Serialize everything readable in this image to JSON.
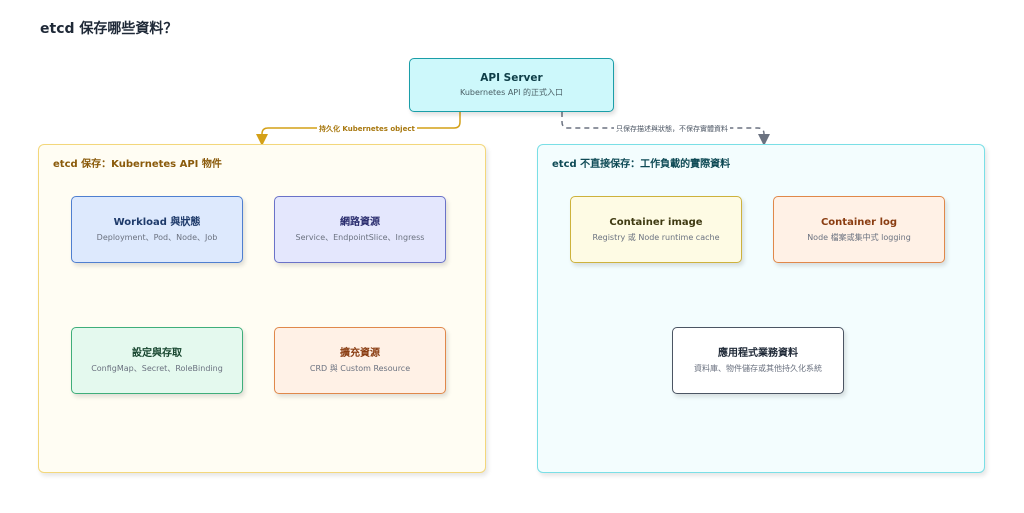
{
  "title": "etcd 保存哪些資料？",
  "api_server": {
    "title": "API Server",
    "subtitle": "Kubernetes API 的正式入口"
  },
  "left_panel": {
    "title": "etcd 保存：Kubernetes API 物件",
    "boxes": [
      {
        "title": "Workload 與狀態",
        "subtitle": "Deployment、Pod、Node、Job"
      },
      {
        "title": "網路資源",
        "subtitle": "Service、EndpointSlice、Ingress"
      },
      {
        "title": "設定與存取",
        "subtitle": "ConfigMap、Secret、RoleBinding"
      },
      {
        "title": "擴充資源",
        "subtitle": "CRD 與 Custom Resource"
      }
    ]
  },
  "right_panel": {
    "title": "etcd 不直接保存：工作負載的實際資料",
    "boxes": [
      {
        "title": "Container image",
        "subtitle": "Registry 或 Node runtime cache"
      },
      {
        "title": "Container log",
        "subtitle": "Node 檔案或集中式 logging"
      },
      {
        "title": "應用程式業務資料",
        "subtitle": "資料庫、物件儲存或其他持久化系統"
      }
    ]
  },
  "edges": {
    "persist_label": "持久化 Kubernetes object",
    "no_store_label": "只保存描述與狀態，不保存實體資料"
  },
  "colors": {
    "persist_edge": "#d4a017",
    "no_store_edge": "#6b7280"
  }
}
